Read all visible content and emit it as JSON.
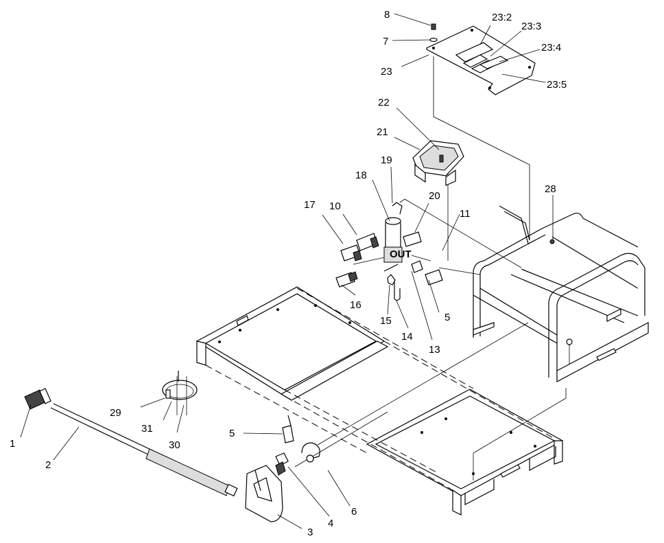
{
  "callouts": [
    {
      "id": "c1",
      "text": "1"
    },
    {
      "id": "c2",
      "text": "2"
    },
    {
      "id": "c3",
      "text": "3"
    },
    {
      "id": "c4",
      "text": "4"
    },
    {
      "id": "c5a",
      "text": "5"
    },
    {
      "id": "c5b",
      "text": "5"
    },
    {
      "id": "c6",
      "text": "6"
    },
    {
      "id": "c7",
      "text": "7"
    },
    {
      "id": "c8",
      "text": "8"
    },
    {
      "id": "c10",
      "text": "10"
    },
    {
      "id": "c11",
      "text": "11"
    },
    {
      "id": "c13",
      "text": "13"
    },
    {
      "id": "c14",
      "text": "14"
    },
    {
      "id": "c15",
      "text": "15"
    },
    {
      "id": "c16",
      "text": "16"
    },
    {
      "id": "c17",
      "text": "17"
    },
    {
      "id": "c18",
      "text": "18"
    },
    {
      "id": "c19",
      "text": "19"
    },
    {
      "id": "c20",
      "text": "20"
    },
    {
      "id": "c21",
      "text": "21"
    },
    {
      "id": "c22",
      "text": "22"
    },
    {
      "id": "c23",
      "text": "23"
    },
    {
      "id": "c23_2",
      "text": "23:2"
    },
    {
      "id": "c23_3",
      "text": "23:3"
    },
    {
      "id": "c23_4",
      "text": "23:4"
    },
    {
      "id": "c23_5",
      "text": "23:5"
    },
    {
      "id": "c28",
      "text": "28"
    },
    {
      "id": "c29",
      "text": "29"
    },
    {
      "id": "c30",
      "text": "30"
    },
    {
      "id": "c31",
      "text": "31"
    }
  ],
  "manifold_mark": "OUT"
}
